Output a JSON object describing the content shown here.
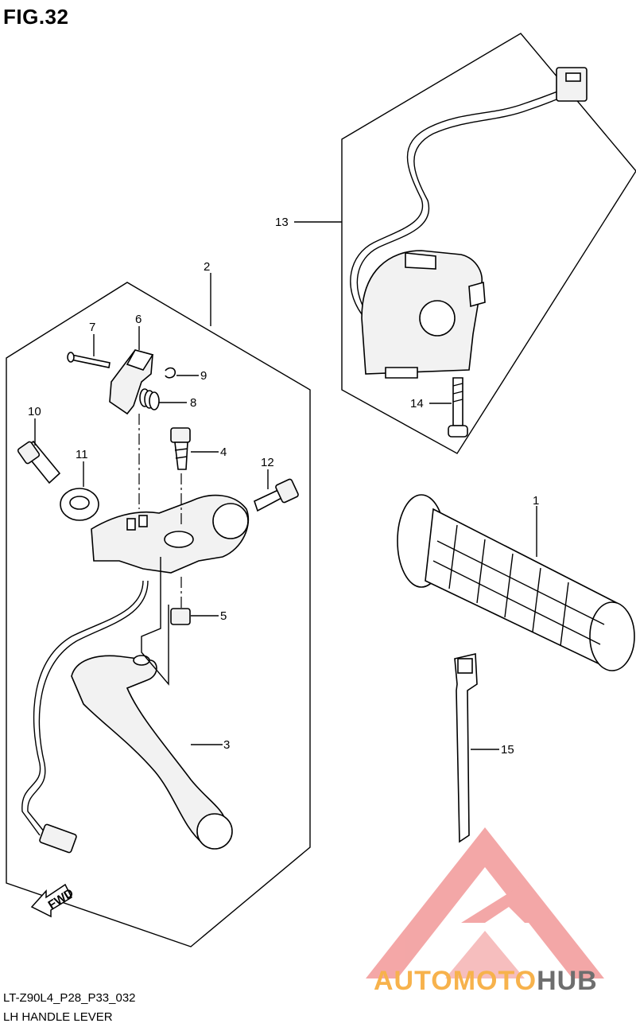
{
  "figure": {
    "title": "FIG.32"
  },
  "footer": {
    "code": "LT-Z90L4_P28_P33_032",
    "name": "LH HANDLE LEVER"
  },
  "watermark": {
    "part1": "AUTOMOTO",
    "part2": "HUB",
    "color1": "#f7b24c",
    "color2": "#6e6e6e",
    "logo_color": "#f08a8a"
  },
  "direction_arrow": {
    "label": "FWD"
  },
  "callouts": [
    "1",
    "2",
    "3",
    "4",
    "5",
    "6",
    "7",
    "8",
    "9",
    "10",
    "11",
    "12",
    "13",
    "14",
    "15"
  ]
}
